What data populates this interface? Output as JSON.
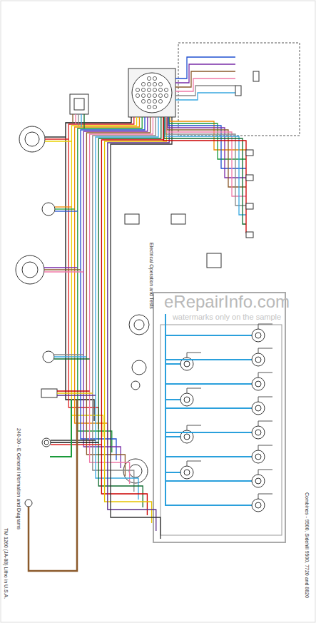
{
  "diagram": {
    "title": "Electrical Operation and Tests",
    "labels": [
      "240-30 - E General Information and Diagrams",
      "Combines - 9500, Sidehill 9500, 7720 and 8820",
      "TM 1260 (JA-88) Litho in U.S.A.",
      "eRepairInfo.com",
      "watermarks only on the sample"
    ]
  }
}
